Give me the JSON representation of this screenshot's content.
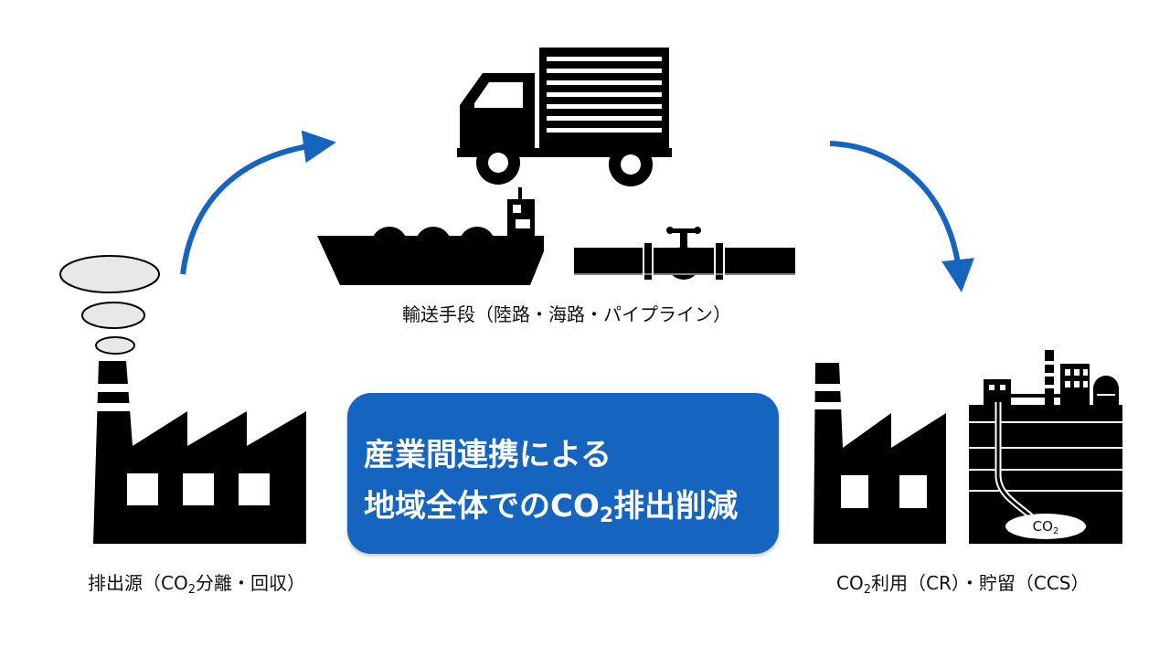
{
  "labels": {
    "source_pre": "排出源（CO",
    "source_sub": "2",
    "source_post": "分離・回収）",
    "transport": "輸送手段（陸路・海路・パイプライン）",
    "util_pre": "CO",
    "util_sub": "2",
    "util_post": "利用（CR）・貯留（CCS）"
  },
  "center": {
    "line1": "産業間連携による",
    "line2_pre": "地域全体でのCO",
    "line2_sub": "2",
    "line2_post": "排出削減"
  },
  "storage_tag": {
    "pre": "CO",
    "sub": "2"
  },
  "colors": {
    "accent": "#1565c0",
    "icon": "#000000",
    "arrow": "#1565c0"
  },
  "icons": [
    "factory-icon",
    "smoke-icon",
    "truck-icon",
    "ship-icon",
    "pipeline-icon",
    "storage-facility-icon",
    "flow-arrow-icon"
  ]
}
